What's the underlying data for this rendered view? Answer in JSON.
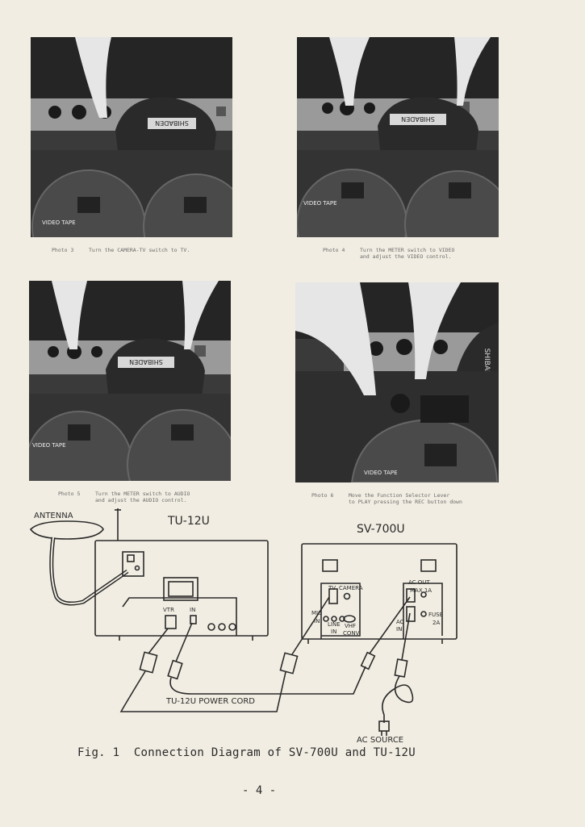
{
  "photos": [
    {
      "number": "Photo 3",
      "caption_lines": [
        "Turn the CAMERA-TV switch to TV."
      ],
      "brand": "SHIBADEN",
      "reel_label": "VIDEO TAPE"
    },
    {
      "number": "Photo 4",
      "caption_lines": [
        "Turn the METER switch to VIDEO",
        "and adjust the VIDEO control."
      ],
      "brand": "SHIBADEN",
      "reel_label": "VIDEO TAPE"
    },
    {
      "number": "Photo 5",
      "caption_lines": [
        "Turn the METER switch to AUDIO",
        "and adjust the AUDIO control."
      ],
      "brand": "SHIBADEN",
      "reel_label": "VIDEO TAPE"
    },
    {
      "number": "Photo 6",
      "caption_lines": [
        "Move the Function Selector Lever",
        "to PLAY pressing the REC button down"
      ],
      "brand": "SHIBADEN",
      "reel_label": "VIDEO TAPE"
    }
  ],
  "diagram": {
    "antenna_label": "ANTENNA",
    "tuner_label": "TU-12U",
    "vtr_label": "SV-700U",
    "tuner_vtr_jack": "VTR",
    "tuner_in_jack": "IN",
    "tv_label": "TV",
    "camera_label": "CAMERA",
    "mic_in_label": [
      "MIC",
      "IN"
    ],
    "line_in_label": [
      "LINE",
      "IN"
    ],
    "vhf_conv_label": [
      "VHF",
      "CONV"
    ],
    "ac_out_label": [
      "AC OUT",
      "MAX 1A"
    ],
    "fuse_label": [
      "FUSE",
      "2A"
    ],
    "ac_in_label": [
      "AC",
      "IN"
    ],
    "power_cord_label": "TU-12U POWER CORD",
    "ac_source_label": "AC SOURCE"
  },
  "figure_caption": "Fig. 1  Connection Diagram of SV-700U and TU-12U",
  "page_number": "- 4 -"
}
